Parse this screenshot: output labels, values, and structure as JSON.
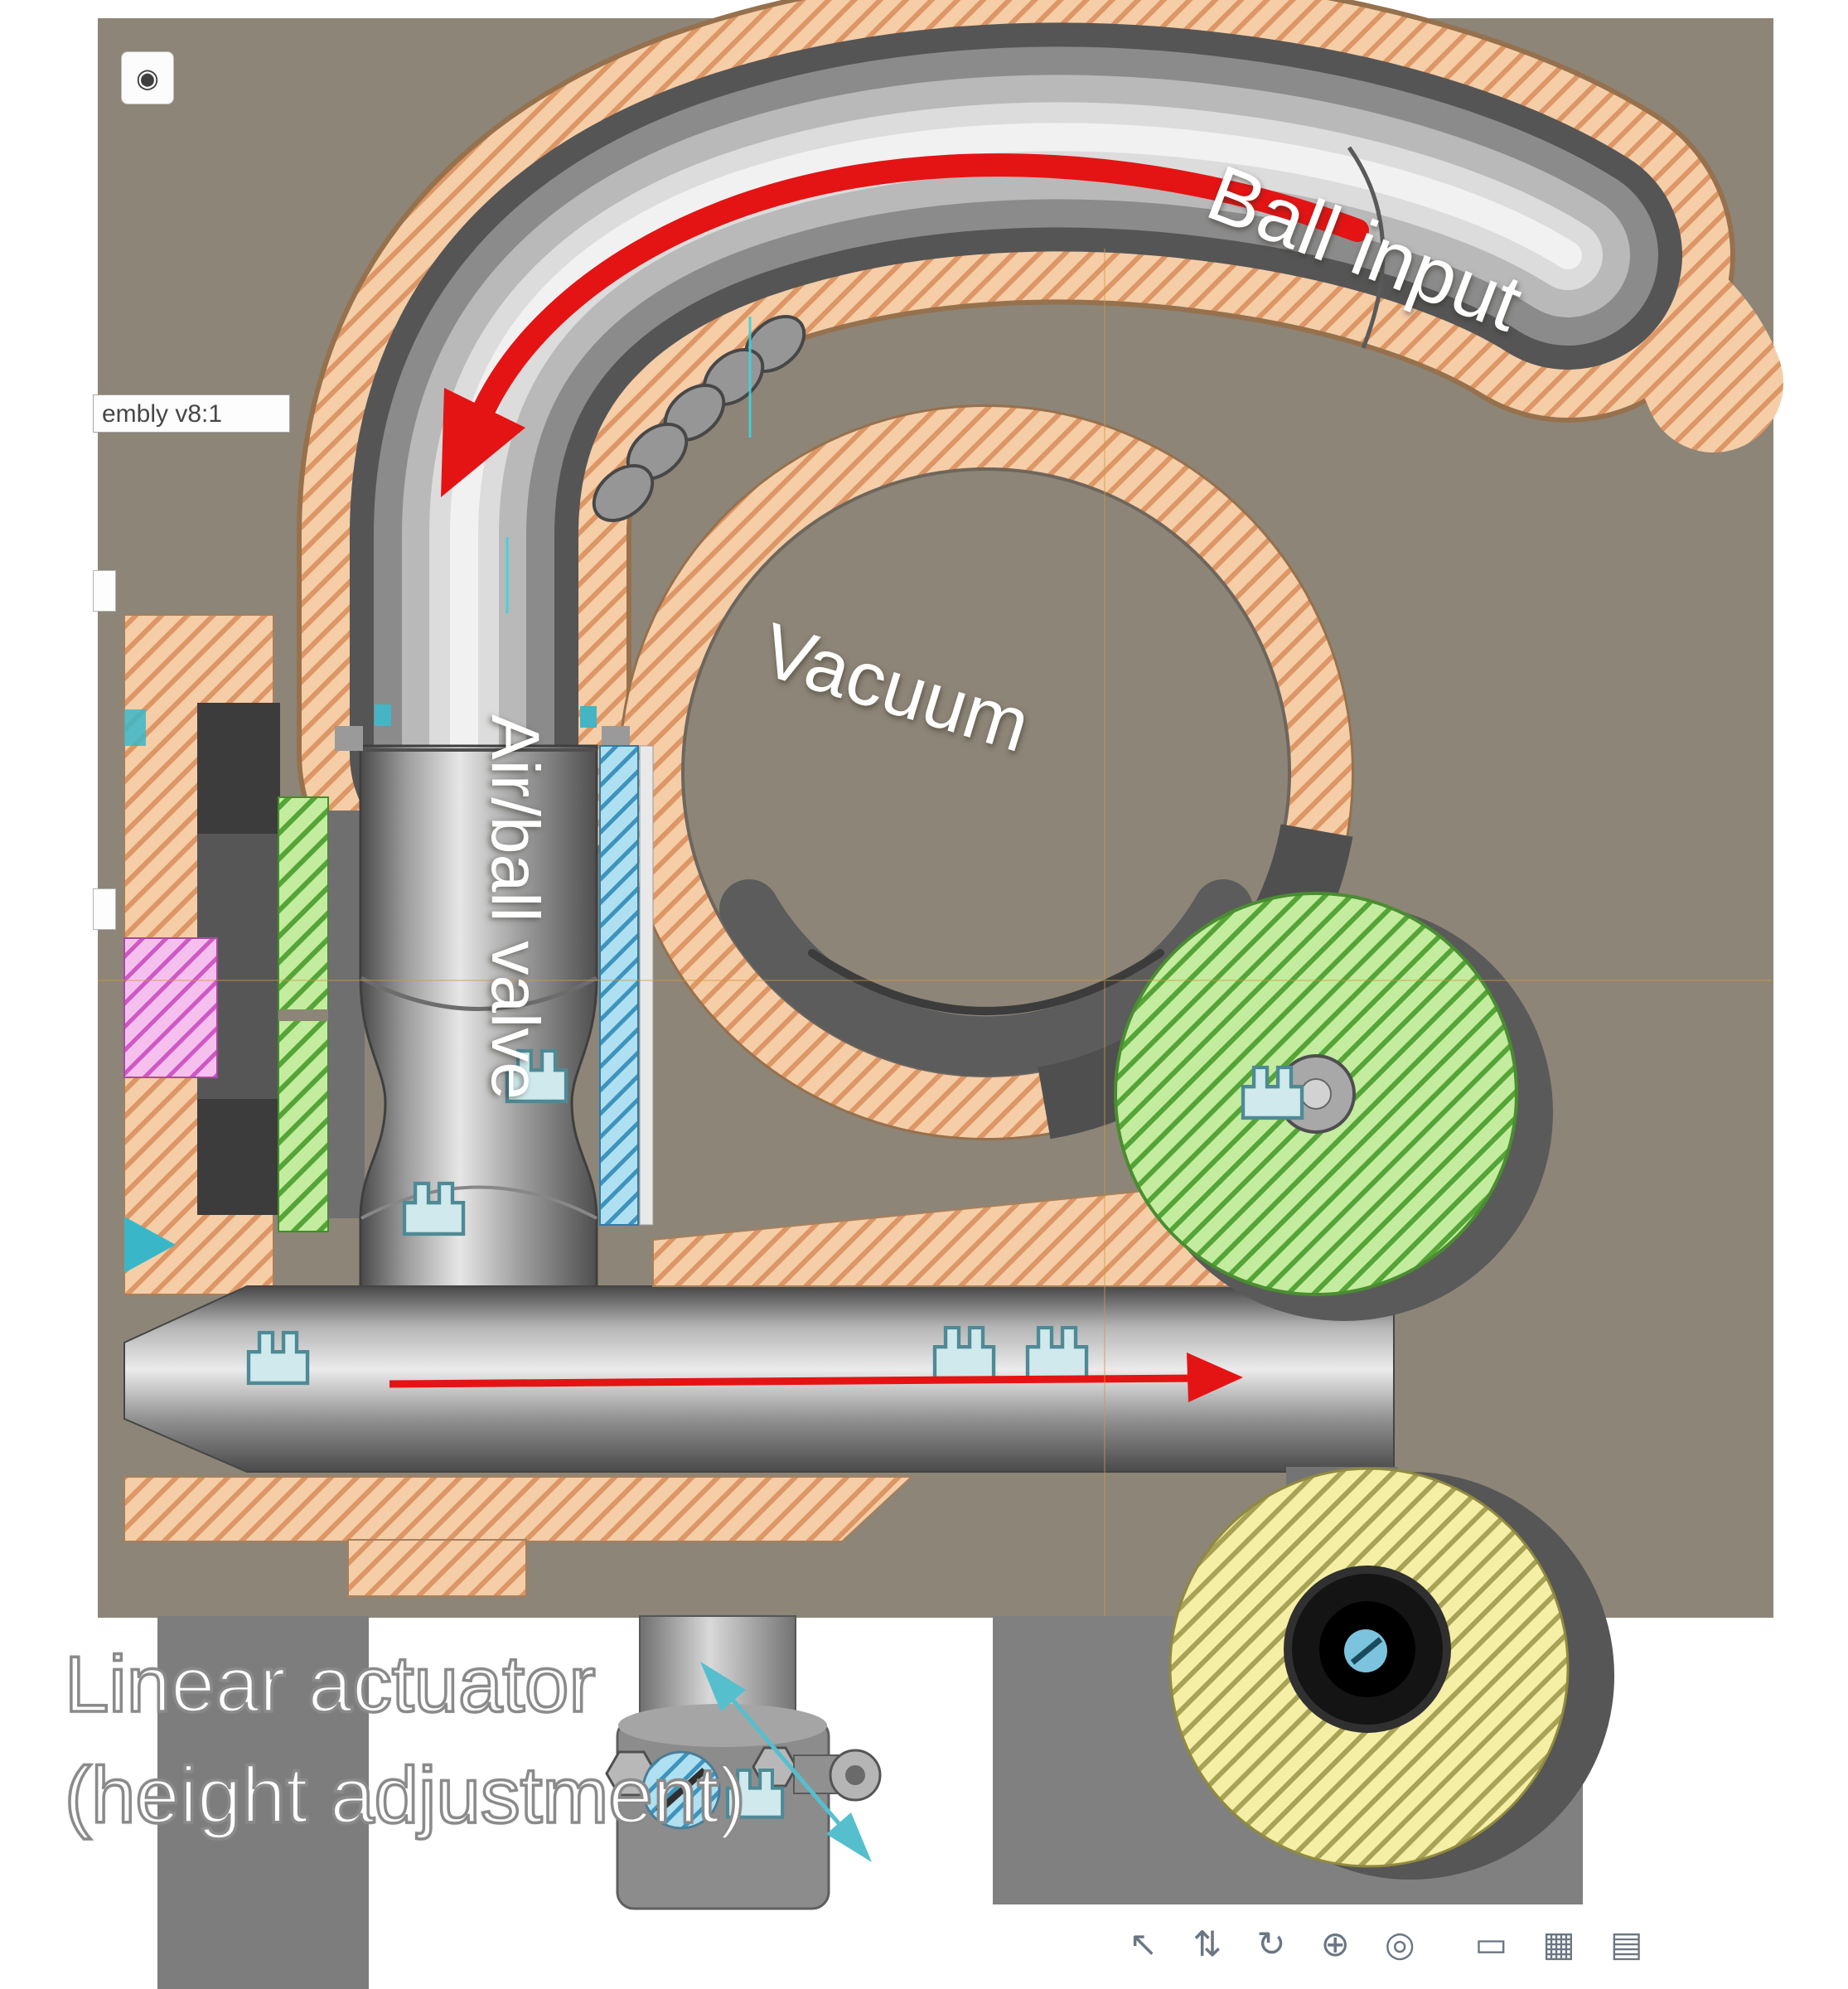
{
  "app": {
    "origin_icon_glyph": "◉",
    "version_label": "embly v8:1"
  },
  "annotations": {
    "ball_input": "Ball input",
    "vacuum": "Vacuum",
    "air_ball_valve": "Air/ball valve",
    "linear_actuator_line1": "Linear actuator",
    "linear_actuator_line2": "(height adjustment)"
  },
  "colors": {
    "viewport_background": "#8d8577",
    "section_peach": "#f5cda7",
    "section_peach_hatch": "#dd9665",
    "section_green": "#c3ec9f",
    "section_green_hatch": "#55a437",
    "section_yellow": "#f4efa4",
    "section_yellow_hatch": "#a8a256",
    "section_blue": "#aee0f2",
    "section_blue_hatch": "#3e93bd",
    "section_pink": "#f6c0ee",
    "section_pink_hatch": "#cf58c4",
    "arrow_red": "#e41414",
    "construction_teal": "#39b7c9",
    "axis_orange": "#d29a3a"
  },
  "toolbar": {
    "icons_left": [
      {
        "name": "select-icon",
        "glyph": "↖"
      },
      {
        "name": "fit-icon",
        "glyph": "⇅"
      },
      {
        "name": "orbit-icon",
        "glyph": "↻"
      },
      {
        "name": "zoom-icon",
        "glyph": "⊕"
      },
      {
        "name": "look-at-icon",
        "glyph": "◎"
      }
    ],
    "icons_right": [
      {
        "name": "display-bar-icon",
        "glyph": "▭"
      },
      {
        "name": "grid-display-icon",
        "glyph": "▦"
      },
      {
        "name": "layout-display-icon",
        "glyph": "▤"
      }
    ]
  }
}
